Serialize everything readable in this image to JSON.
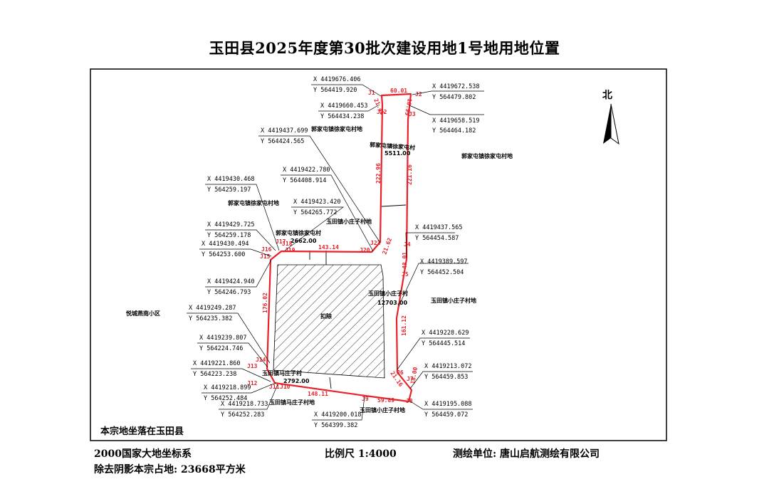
{
  "title": "玉田县2025年度第30批次建设用地1号地用地位置",
  "north_label": "北",
  "county_note": "本宗地坐落在玉田县",
  "coord_system": "2000国家大地坐标系",
  "scale": "比例尺 1:4000",
  "surveyor": "测绘单位:  唐山启航测绘有限公司",
  "area_note": "除去阴影本宗占地:  23668平方米",
  "excluded_label": "扣除",
  "colors": {
    "boundary": "#e8212a",
    "frame": "#000000"
  },
  "area_labels": [
    {
      "id": "a1",
      "name": "郭家屯镇徐家屯村",
      "value": "5511.00"
    },
    {
      "id": "a2",
      "name": "郭家屯镇徐家屯村",
      "value": "2662.00"
    },
    {
      "id": "a3",
      "name": "玉田镇小庄子村",
      "value": "12703.00"
    },
    {
      "id": "a4",
      "name": "玉田镇马庄子村",
      "value": "2792.00"
    }
  ],
  "neighbor_labels": [
    {
      "id": "n1",
      "text": "郭家屯镇徐家屯村地"
    },
    {
      "id": "n2",
      "text": "郭家屯镇徐家屯村地"
    },
    {
      "id": "n3",
      "text": "郭家屯镇徐家屯村地"
    },
    {
      "id": "n4",
      "text": "玉田镇小庄子村地"
    },
    {
      "id": "n5",
      "text": "玉田镇小庄子村地"
    },
    {
      "id": "n6",
      "text": "悦城燕南小区"
    },
    {
      "id": "n7",
      "text": "玉田镇马庄子村地"
    },
    {
      "id": "n8",
      "text": "玉田镇小庄子村地"
    }
  ],
  "points": [
    {
      "id": "J1",
      "x": "X 4419676.406",
      "y": "Y 564419.920"
    },
    {
      "id": "J2",
      "x": "X 4419672.538",
      "y": "Y 564479.802"
    },
    {
      "id": "J22",
      "x": "X 4419660.453",
      "y": "Y 564434.238"
    },
    {
      "id": "J3",
      "x": "X 4419658.519",
      "y": "Y 564464.182"
    },
    {
      "id": "J23",
      "x": "X 4419437.699",
      "y": "Y 564424.565"
    },
    {
      "id": "J20",
      "x": "X 4419422.780",
      "y": "Y 564408.914"
    },
    {
      "id": "J17",
      "x": "X 4419430.468",
      "y": "Y 564259.197"
    },
    {
      "id": "J19",
      "x": "X 4419423.420",
      "y": "Y 564265.772"
    },
    {
      "id": "J18",
      "x": "X 4419429.725",
      "y": "Y 564259.178"
    },
    {
      "id": "J16",
      "x": "X 4419430.494",
      "y": "Y 564253.600"
    },
    {
      "id": "J15",
      "x": "X 4419424.940",
      "y": "Y 564246.793"
    },
    {
      "id": "J4",
      "x": "X 4419437.565",
      "y": "Y 564454.587"
    },
    {
      "id": "J5",
      "x": "X 4419389.597",
      "y": "Y 564452.504"
    },
    {
      "id": "J14",
      "x": "X 4419249.287",
      "y": "Y 564235.382"
    },
    {
      "id": "J6",
      "x": "X 4419228.629",
      "y": "Y 564445.514"
    },
    {
      "id": "J13",
      "x": "X 4419239.807",
      "y": "Y 564224.746"
    },
    {
      "id": "J12",
      "x": "X 4419221.860",
      "y": "Y 564223.238"
    },
    {
      "id": "J7",
      "x": "X 4419213.072",
      "y": "Y 564459.853"
    },
    {
      "id": "J11",
      "x": "X 4419218.899",
      "y": "Y 564252.484"
    },
    {
      "id": "J10",
      "x": "X 4419218.733",
      "y": "Y 564252.283"
    },
    {
      "id": "J8",
      "x": "X 4419195.088",
      "y": "Y 564459.072"
    },
    {
      "id": "J9",
      "x": "X 4419200.018",
      "y": "Y 564399.382"
    }
  ],
  "edge_lengths": [
    "60.01",
    "21.46",
    "10.99",
    "222.96",
    "221.16",
    "21.62",
    "143.14",
    "48.01",
    "176.02",
    "161.12",
    "21.16",
    "18.00",
    "148.11",
    "59.89"
  ]
}
